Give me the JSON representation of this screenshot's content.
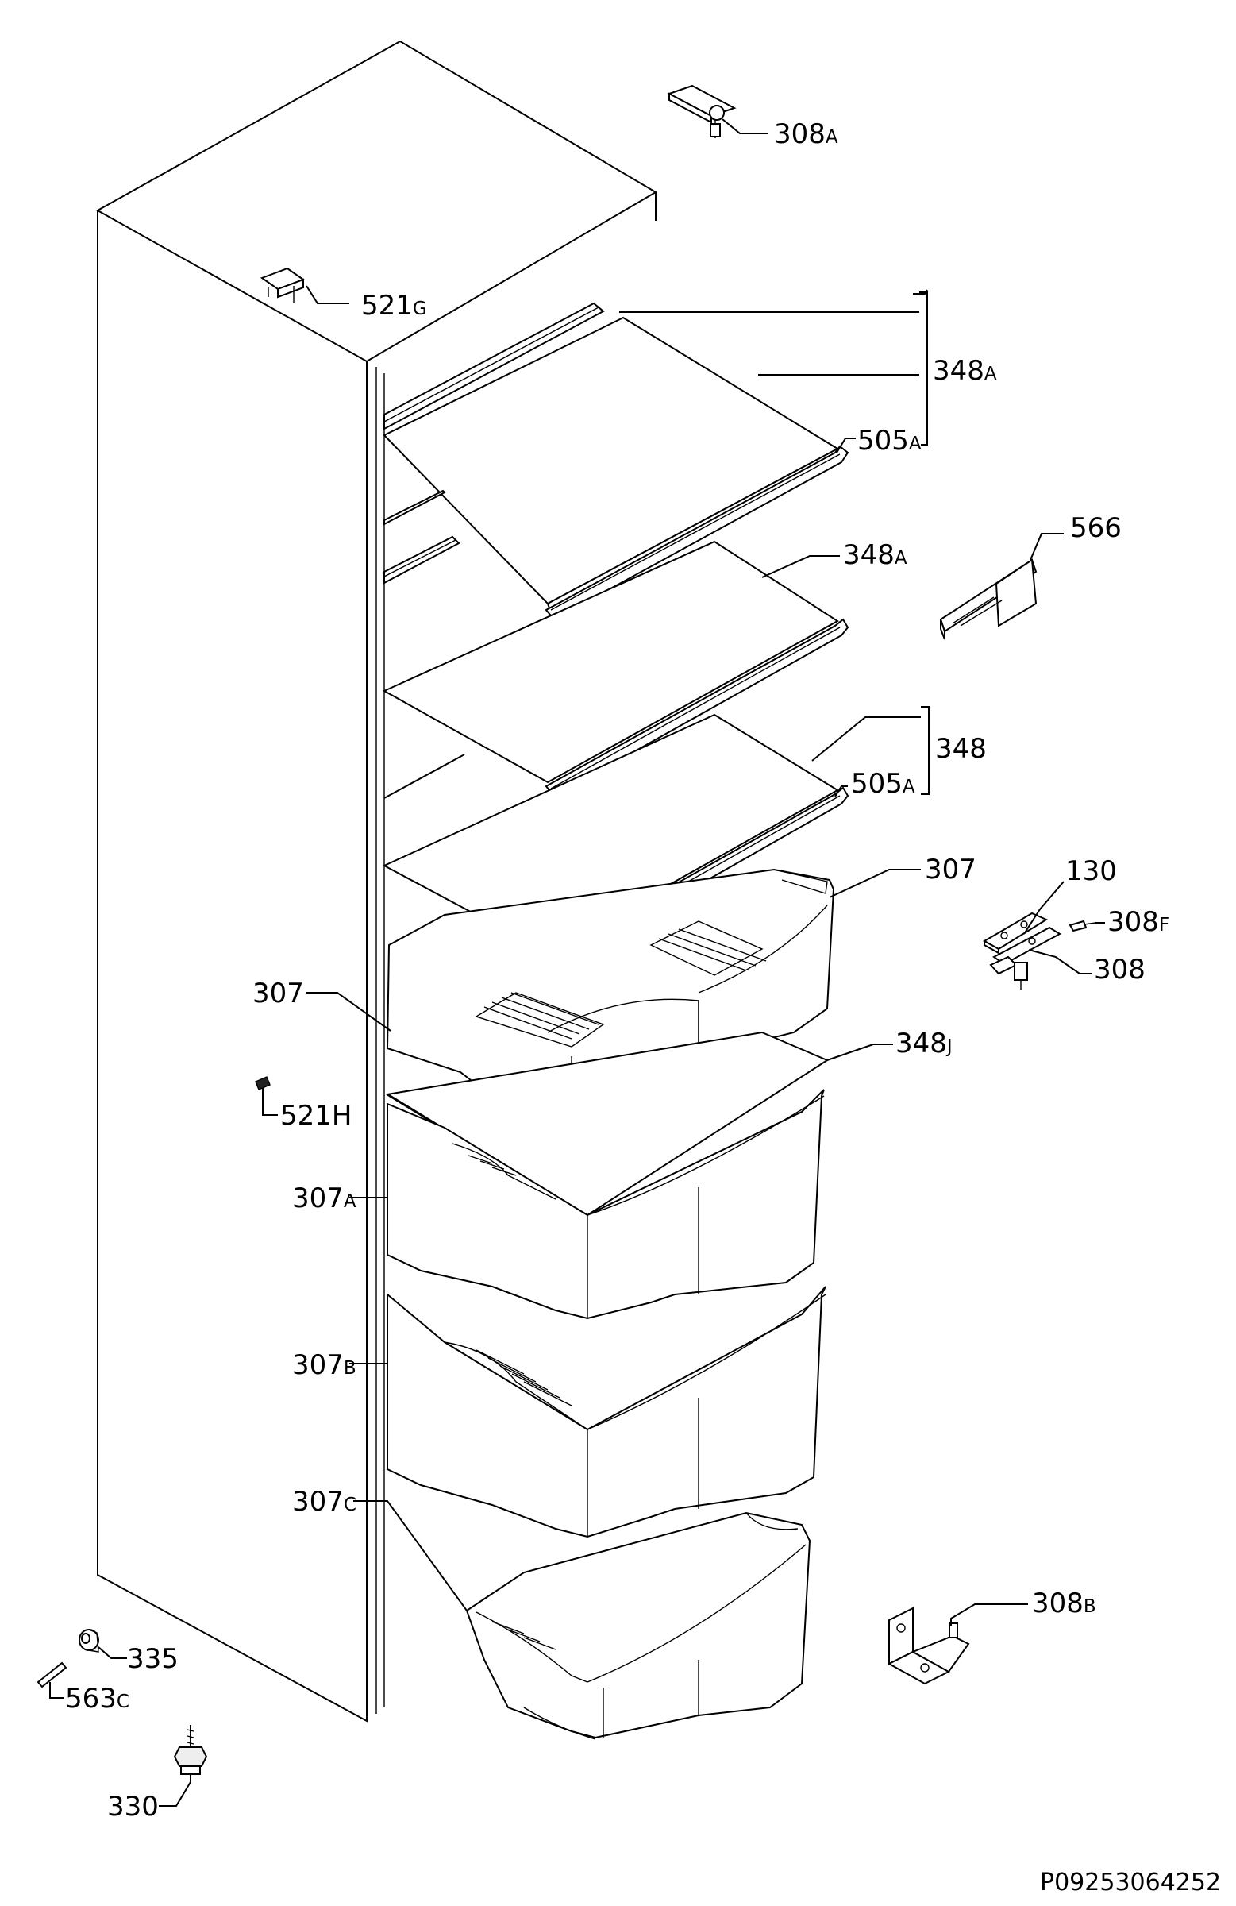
{
  "labels": {
    "l308A": {
      "num": "308",
      "suf": "A"
    },
    "l521G": {
      "num": "521",
      "suf": "G"
    },
    "l348A_top": {
      "num": "348",
      "suf": "A"
    },
    "l505A_top": {
      "num": "505",
      "suf": "A"
    },
    "l566": {
      "num": "566",
      "suf": ""
    },
    "l348A_mid": {
      "num": "348",
      "suf": "A"
    },
    "l348": {
      "num": "348",
      "suf": ""
    },
    "l505A_mid": {
      "num": "505",
      "suf": "A"
    },
    "l307_right": {
      "num": "307",
      "suf": ""
    },
    "l130": {
      "num": "130",
      "suf": ""
    },
    "l308F": {
      "num": "308",
      "suf": "F"
    },
    "l308": {
      "num": "308",
      "suf": ""
    },
    "l307_left": {
      "num": "307",
      "suf": ""
    },
    "l348J": {
      "num": "348",
      "suf": "J"
    },
    "l521H": {
      "num": "521H",
      "suf": ""
    },
    "l307A": {
      "num": "307",
      "suf": "A"
    },
    "l307B": {
      "num": "307",
      "suf": "B"
    },
    "l307C": {
      "num": "307",
      "suf": "C"
    },
    "l308B": {
      "num": "308",
      "suf": "B"
    },
    "l335": {
      "num": "335",
      "suf": ""
    },
    "l563C": {
      "num": "563",
      "suf": "C"
    },
    "l330": {
      "num": "330",
      "suf": ""
    }
  },
  "drawing_code": "P09253064252"
}
